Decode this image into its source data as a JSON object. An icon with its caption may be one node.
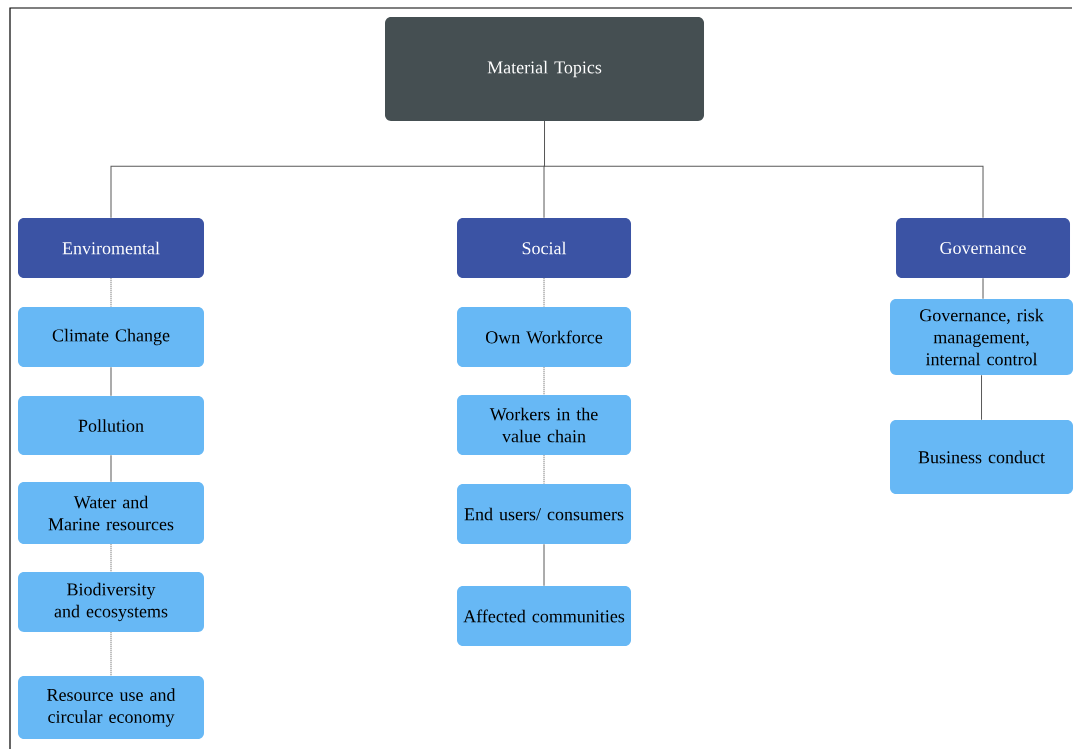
{
  "diagram": {
    "nodes": [
      {
        "text": [
          "Material Topics"
        ]
      },
      {
        "text": [
          "Enviromental"
        ]
      },
      {
        "text": [
          "Social"
        ]
      },
      {
        "text": [
          "Governance"
        ]
      },
      {
        "text": [
          "Climate Change"
        ]
      },
      {
        "text": [
          "Pollution"
        ]
      },
      {
        "text": [
          "Water and Marine resources"
        ]
      },
      {
        "text": [
          "Biodiversity and ecosystems"
        ]
      },
      {
        "text": [
          "Resource use and circular economy"
        ]
      },
      {
        "text": [
          "Own Workforce"
        ]
      },
      {
        "text": [
          "Workers in the value chain"
        ]
      },
      {
        "text": [
          "End users/ consumers"
        ]
      },
      {
        "text": [
          "Affected communities"
        ]
      },
      {
        "text": [
          "Governance, risk management, internal control"
        ]
      },
      {
        "text": [
          "Business conduct"
        ]
      }
    ],
    "edges": [
      {
        "from": 0,
        "to": 1,
        "arrow": "none"
      },
      {
        "from": 0,
        "to": 2,
        "arrow": "none"
      },
      {
        "from": 0,
        "to": 3,
        "arrow": "none"
      },
      {
        "from": 1,
        "to": 4,
        "arrow": "none",
        "style": "dashed"
      },
      {
        "from": 4,
        "to": 5,
        "arrow": "none"
      },
      {
        "from": 5,
        "to": 6,
        "arrow": "none"
      },
      {
        "from": 6,
        "to": 7,
        "arrow": "none",
        "style": "dashed"
      },
      {
        "from": 7,
        "to": 8,
        "arrow": "none",
        "style": "dashed"
      },
      {
        "from": 2,
        "to": 9,
        "arrow": "none",
        "style": "dashed"
      },
      {
        "from": 9,
        "to": 10,
        "arrow": "none",
        "style": "dashed"
      },
      {
        "from": 10,
        "to": 11,
        "arrow": "none",
        "style": "dashed"
      },
      {
        "from": 11,
        "to": 12,
        "arrow": "none"
      },
      {
        "from": 3,
        "to": 13,
        "arrow": "none"
      },
      {
        "from": 13,
        "to": 14,
        "arrow": "none"
      }
    ]
  }
}
